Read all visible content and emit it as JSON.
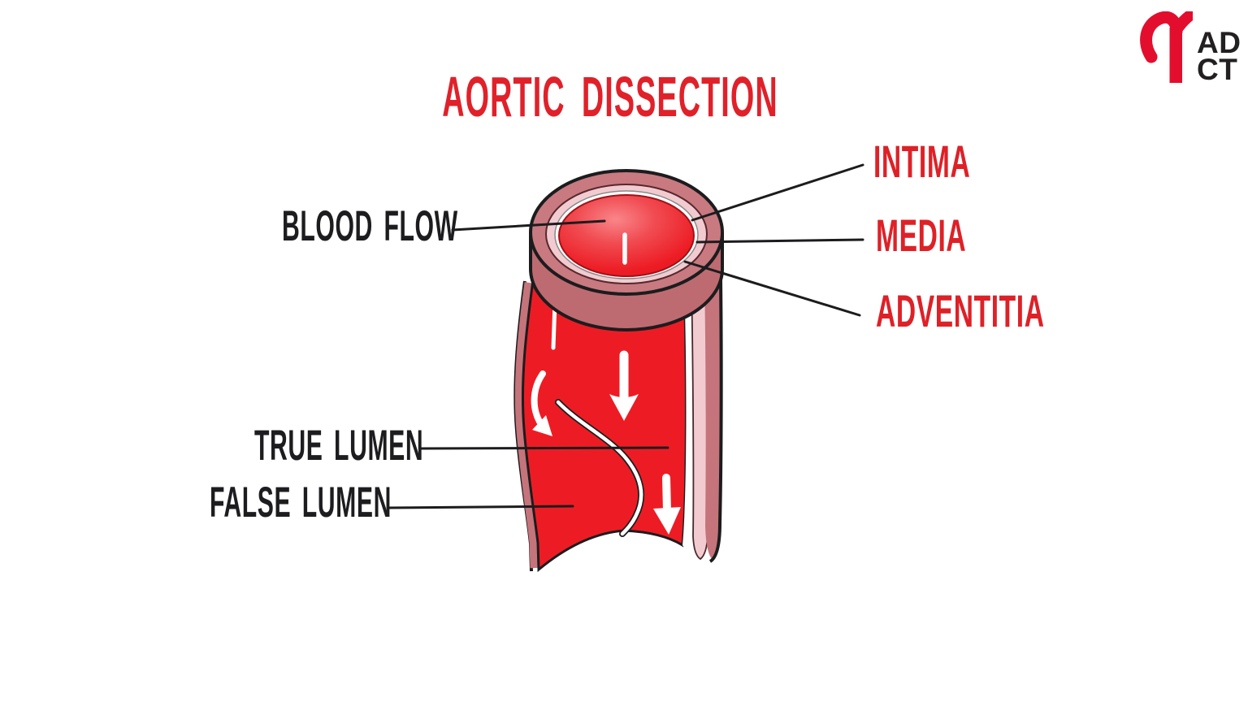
{
  "title": "AORTIC DISSECTION",
  "logo": {
    "symbol": "aortic-arch-icon",
    "brand_top": "AD",
    "brand_bottom": "CT"
  },
  "labels": {
    "blood_flow": "BLOOD FLOW",
    "true_lumen": "TRUE LUMEN",
    "false_lumen": "FALSE LUMEN",
    "intima": "INTIMA",
    "media": "MEDIA",
    "adventitia": "ADVENTITIA"
  },
  "colors": {
    "background": "#ffffff",
    "title_red": "#e0212a",
    "label_red": "#de2127",
    "label_black": "#1d1d20",
    "outline": "#1c1c1e",
    "lumen_red": "#ed1c24",
    "lumen_light": "#f9868a",
    "lumen_mid": "#f04b51",
    "media_pink": "#f2cbd0",
    "intima_white": "#ffffff",
    "wall_mauve": "#c4747a",
    "wall_mauve_top": "#c87a80",
    "wall_mauve_band": "#bd6b71",
    "arrow_white": "#ffffff",
    "logo_red": "#e30e2d",
    "logo_black": "#232021"
  }
}
